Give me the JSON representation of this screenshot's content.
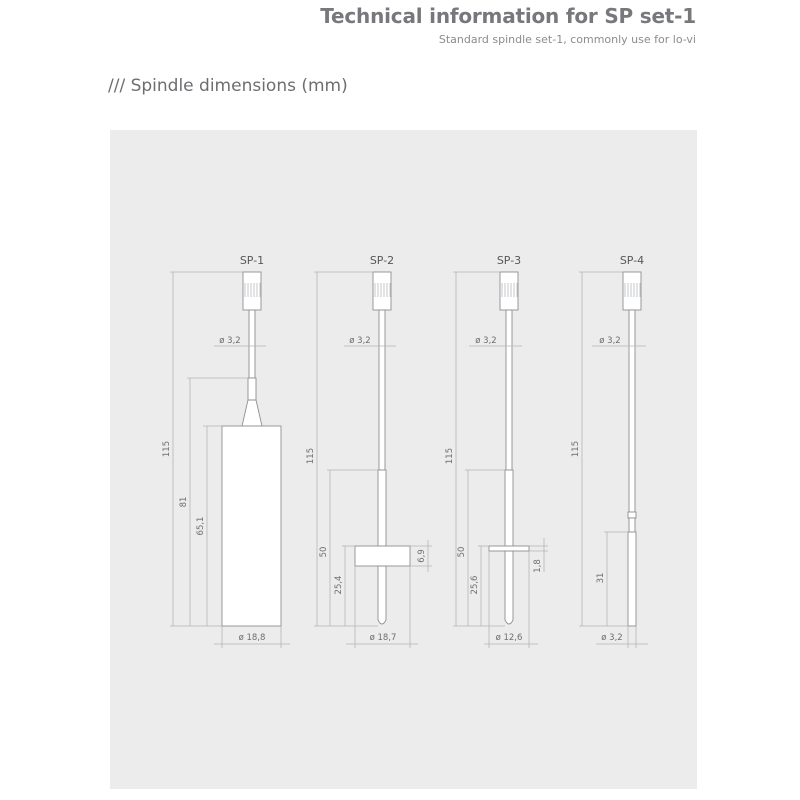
{
  "header": {
    "title": "Technical information for SP set-1",
    "subtitle": "Standard spindle set-1, commonly use for lo-vi"
  },
  "section": {
    "title": "/// Spindle dimensions (mm)"
  },
  "spindles": [
    {
      "name": "SP-1",
      "total_length": "115",
      "shaft_diameter": "ø 3,2",
      "neck_length": "81",
      "body_length": "65,1",
      "body_diameter": "ø 18,8"
    },
    {
      "name": "SP-2",
      "total_length": "115",
      "shaft_diameter": "ø 3,2",
      "neck_length": "50",
      "disk_offset": "25,4",
      "disk_thickness": "6,9",
      "disk_diameter": "ø 18,7"
    },
    {
      "name": "SP-3",
      "total_length": "115",
      "shaft_diameter": "ø 3,2",
      "neck_length": "50",
      "disk_offset": "25,6",
      "disk_thickness": "1,8",
      "disk_diameter": "ø 12,6"
    },
    {
      "name": "SP-4",
      "total_length": "115",
      "shaft_diameter": "ø 3,2",
      "tip_length": "31",
      "tip_diameter": "ø 3,2"
    }
  ],
  "colors": {
    "panel": "#ececec",
    "outline": "#8e9093",
    "dimension": "#b3b4b6",
    "text": "#6d6e70"
  }
}
